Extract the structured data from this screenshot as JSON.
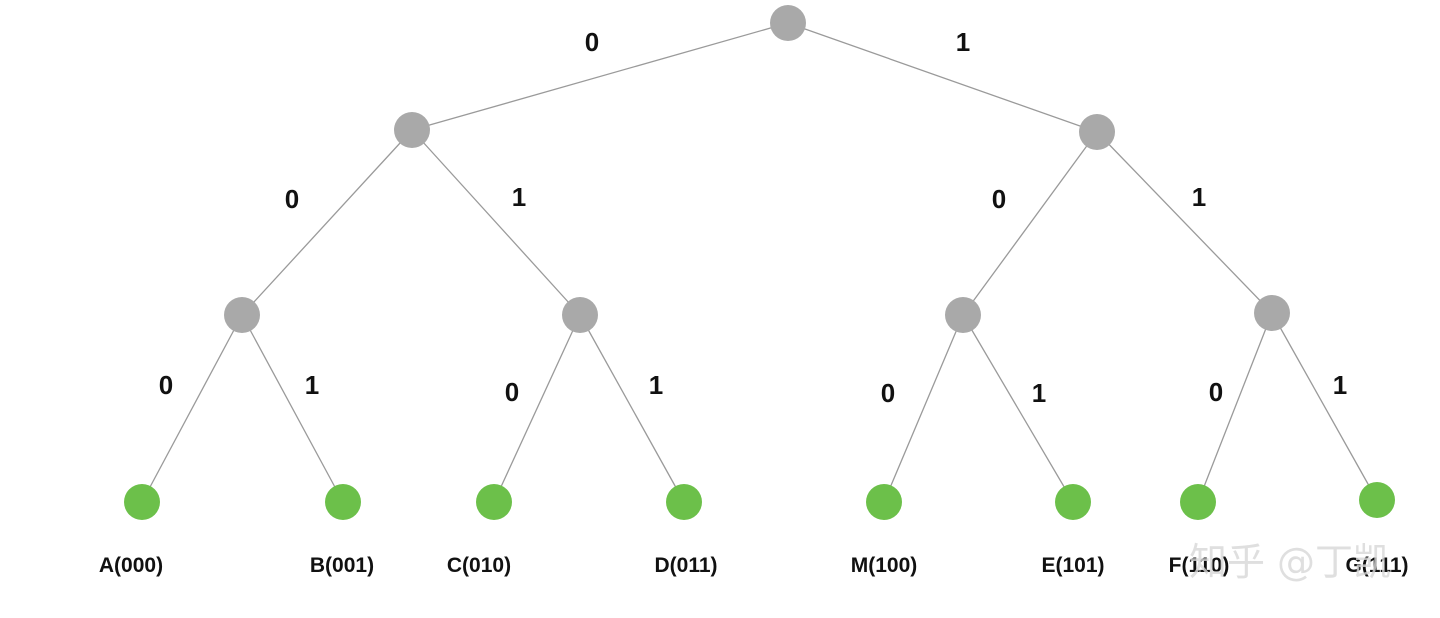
{
  "colors": {
    "internal_node": "#a9a9a9",
    "leaf_node": "#6cc04a",
    "edge": "#9a9a9a"
  },
  "edge_labels": {
    "root_left": "0",
    "root_right": "1",
    "l_left": "0",
    "l_right": "1",
    "r_left": "0",
    "r_right": "1",
    "ll_left": "0",
    "ll_right": "1",
    "lr_left": "0",
    "lr_right": "1",
    "rl_left": "0",
    "rl_right": "1",
    "rr_left": "0",
    "rr_right": "1"
  },
  "leaves": [
    {
      "label": "A(000)"
    },
    {
      "label": "B(001)"
    },
    {
      "label": "C(010)"
    },
    {
      "label": "D(011)"
    },
    {
      "label": "M(100)"
    },
    {
      "label": "E(101)"
    },
    {
      "label": "F(110)"
    },
    {
      "label": "G(111)"
    }
  ],
  "watermark": "知乎 @丁凯"
}
